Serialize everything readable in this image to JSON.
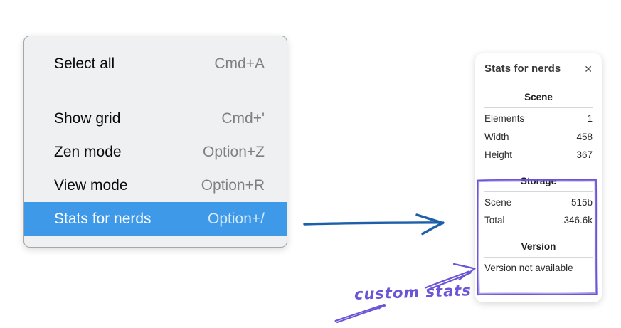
{
  "context_menu": {
    "items": [
      {
        "label": "Select all",
        "shortcut": "Cmd+A",
        "highlighted": false
      },
      {
        "label": "Show grid",
        "shortcut": "Cmd+'",
        "highlighted": false
      },
      {
        "label": "Zen mode",
        "shortcut": "Option+Z",
        "highlighted": false
      },
      {
        "label": "View mode",
        "shortcut": "Option+R",
        "highlighted": false
      },
      {
        "label": "Stats for nerds",
        "shortcut": "Option+/",
        "highlighted": true
      }
    ]
  },
  "stats_panel": {
    "title": "Stats for nerds",
    "close_icon": "✕",
    "scene_section": {
      "header": "Scene",
      "rows": [
        {
          "label": "Elements",
          "value": "1"
        },
        {
          "label": "Width",
          "value": "458"
        },
        {
          "label": "Height",
          "value": "367"
        }
      ]
    },
    "storage_section": {
      "header": "Storage",
      "rows": [
        {
          "label": "Scene",
          "value": "515b"
        },
        {
          "label": "Total",
          "value": "346.6k"
        }
      ]
    },
    "version_section": {
      "header": "Version",
      "note": "Version not available"
    }
  },
  "annotation": {
    "label": "custom stats",
    "purple": "#6c54d8",
    "arrow_blue": "#1e5fa9",
    "highlight_blue": "#3e9ae8"
  }
}
